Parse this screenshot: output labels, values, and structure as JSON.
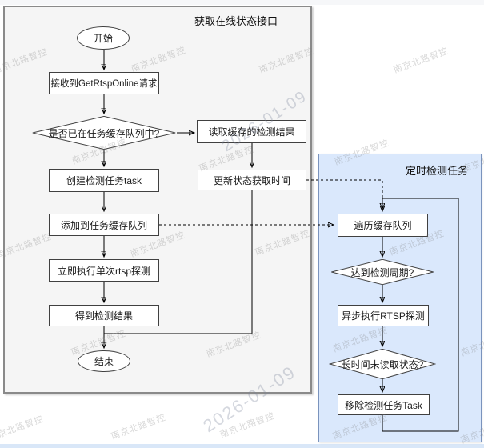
{
  "regions": {
    "api": {
      "title": "获取在线状态接口"
    },
    "timer": {
      "title": "定时检测任务"
    }
  },
  "nodes": {
    "start": {
      "label": "开始",
      "type": "terminator"
    },
    "receive": {
      "label": "接收到GetRtspOnline请求",
      "type": "process"
    },
    "in_queue": {
      "label": "是否已在任务缓存队列中?",
      "type": "decision"
    },
    "read_cache": {
      "label": "读取缓存的检测结果",
      "type": "process"
    },
    "update_time": {
      "label": "更新状态获取时间",
      "type": "process"
    },
    "create_task": {
      "label": "创建检测任务task",
      "type": "process"
    },
    "add_queue": {
      "label": "添加到任务缓存队列",
      "type": "process"
    },
    "exec_probe": {
      "label": "立即执行单次rtsp探测",
      "type": "process"
    },
    "get_result": {
      "label": "得到检测结果",
      "type": "process"
    },
    "end": {
      "label": "结束",
      "type": "terminator"
    },
    "traverse": {
      "label": "遍历缓存队列",
      "type": "process"
    },
    "cycle": {
      "label": "达到检测周期?",
      "type": "decision"
    },
    "async_probe": {
      "label": "异步执行RTSP探测",
      "type": "process"
    },
    "stale": {
      "label": "长时间未读取状态?",
      "type": "decision"
    },
    "remove": {
      "label": "移除检测任务Task",
      "type": "process"
    }
  },
  "edges": [
    {
      "from": "start",
      "to": "receive",
      "style": "solid"
    },
    {
      "from": "receive",
      "to": "in_queue",
      "style": "solid"
    },
    {
      "from": "in_queue",
      "to": "create_task",
      "style": "solid"
    },
    {
      "from": "in_queue",
      "to": "read_cache",
      "style": "solid"
    },
    {
      "from": "read_cache",
      "to": "update_time",
      "style": "solid"
    },
    {
      "from": "create_task",
      "to": "add_queue",
      "style": "solid"
    },
    {
      "from": "add_queue",
      "to": "exec_probe",
      "style": "solid"
    },
    {
      "from": "exec_probe",
      "to": "get_result",
      "style": "solid"
    },
    {
      "from": "get_result",
      "to": "end",
      "style": "solid"
    },
    {
      "from": "update_time",
      "to": "end",
      "style": "solid"
    },
    {
      "from": "update_time",
      "to": "traverse",
      "style": "dashed"
    },
    {
      "from": "add_queue",
      "to": "traverse",
      "style": "dashed"
    },
    {
      "from": "traverse",
      "to": "cycle",
      "style": "solid"
    },
    {
      "from": "cycle",
      "to": "async_probe",
      "style": "solid"
    },
    {
      "from": "async_probe",
      "to": "stale",
      "style": "solid"
    },
    {
      "from": "stale",
      "to": "remove",
      "style": "solid"
    },
    {
      "from": "remove",
      "to": "traverse",
      "style": "solid-loop"
    }
  ],
  "watermarks": {
    "brand": "南京北路智控",
    "date": "2026-01-09"
  },
  "colors": {
    "api_region_fill": "#f5f5f5",
    "api_region_border": "#8a8a8a",
    "timer_region_fill": "#dae8fc",
    "timer_region_border": "#7a93bd",
    "node_fill": "#ffffff",
    "node_border": "#404040",
    "connector": "#000000"
  }
}
